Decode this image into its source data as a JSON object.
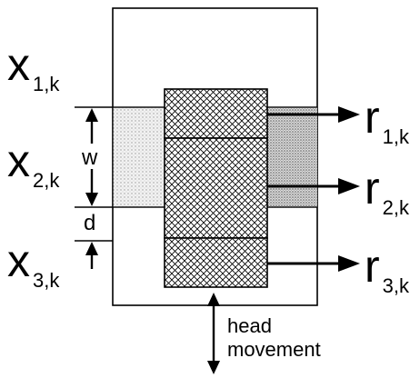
{
  "labels": {
    "x1": {
      "main": "x",
      "sub": "1,k"
    },
    "x2": {
      "main": "x",
      "sub": "2,k"
    },
    "x3": {
      "main": "x",
      "sub": "3,k"
    },
    "r1": {
      "main": "r",
      "sub": "1,k"
    },
    "r2": {
      "main": "r",
      "sub": "2,k"
    },
    "r3": {
      "main": "r",
      "sub": "3,k"
    },
    "w": "w",
    "d": "d",
    "head_line1": "head",
    "head_line2": "movement"
  }
}
